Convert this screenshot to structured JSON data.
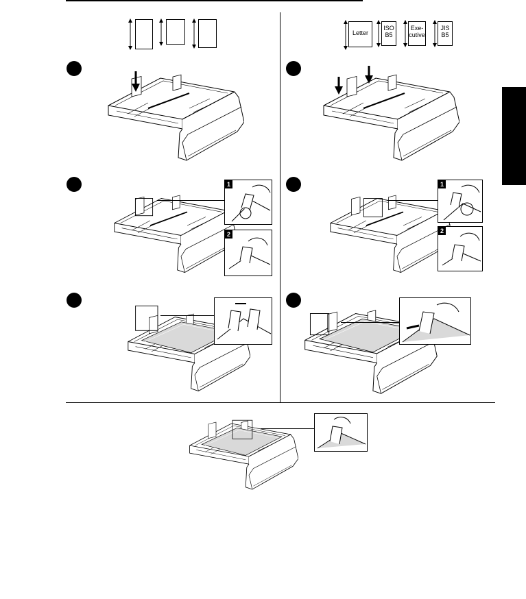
{
  "paper_sizes": {
    "left": [
      "",
      "",
      ""
    ],
    "right": [
      "Letter",
      "ISO\nB5",
      "Exe-\ncutive",
      "JIS\nB5"
    ]
  },
  "callouts": {
    "inset_step2_left_1": "1",
    "inset_step2_left_2": "2",
    "inset_step2_right_1": "1",
    "inset_step2_right_2": "2"
  },
  "icons": [
    "tray-illustration",
    "step-marker",
    "side-tab-marker",
    "size-arrow"
  ]
}
